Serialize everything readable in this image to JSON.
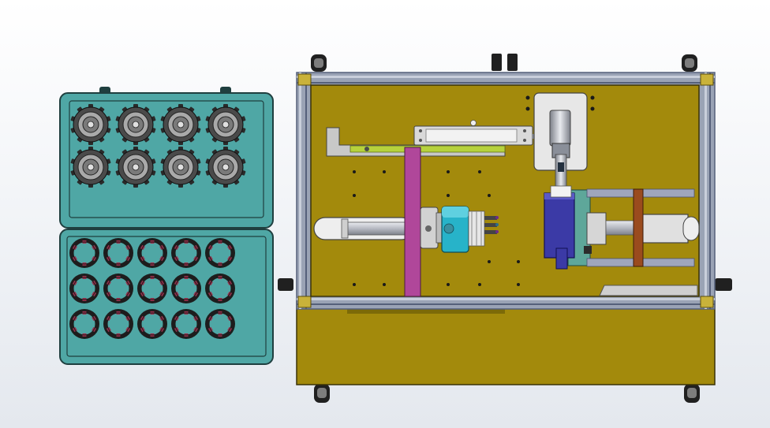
{
  "canvas": {
    "background_top": "#ffffff",
    "background_bottom": "#e4e8ee"
  },
  "colors": {
    "tray": "#4fa7a5",
    "tray_inner": "#5bb3b1",
    "tray_outline": "#1f3f3f",
    "base_plate": "#a38a0c",
    "base_plate_dark": "#7c6a08",
    "frame_aluminum": "#9aa3b5",
    "frame_dark": "#55607a",
    "magenta_bar": "#b0479a",
    "cyan_block": "#27b3c9",
    "blue_block": "#3b3aa6",
    "green_plate": "#5ea79a",
    "steel_rod": "#b6b9c2",
    "brown_bar": "#9a4b1e",
    "lime_strip": "#b6d23d",
    "light_panel": "#e7e7e7",
    "wheel": "#202020",
    "gear": "#2a2a2a",
    "ring_accent": "#9a2f4c"
  },
  "components": {
    "upper_tray": {
      "rows": 2,
      "cols": 4,
      "part_icon": "gear-part-icon"
    },
    "lower_tray": {
      "rows": 3,
      "cols": 5,
      "part_icon": "ring-part-icon"
    },
    "machine": {
      "caster_count": 4,
      "parts": [
        "aluminum-frame",
        "base-plate",
        "magenta-guide-bar",
        "left-pneumatic-cylinder",
        "cyan-chuck-block",
        "blue-clamp-block",
        "right-pneumatic-cylinder",
        "vertical-cylinder",
        "top-linear-guide",
        "brown-crossbar"
      ]
    }
  }
}
